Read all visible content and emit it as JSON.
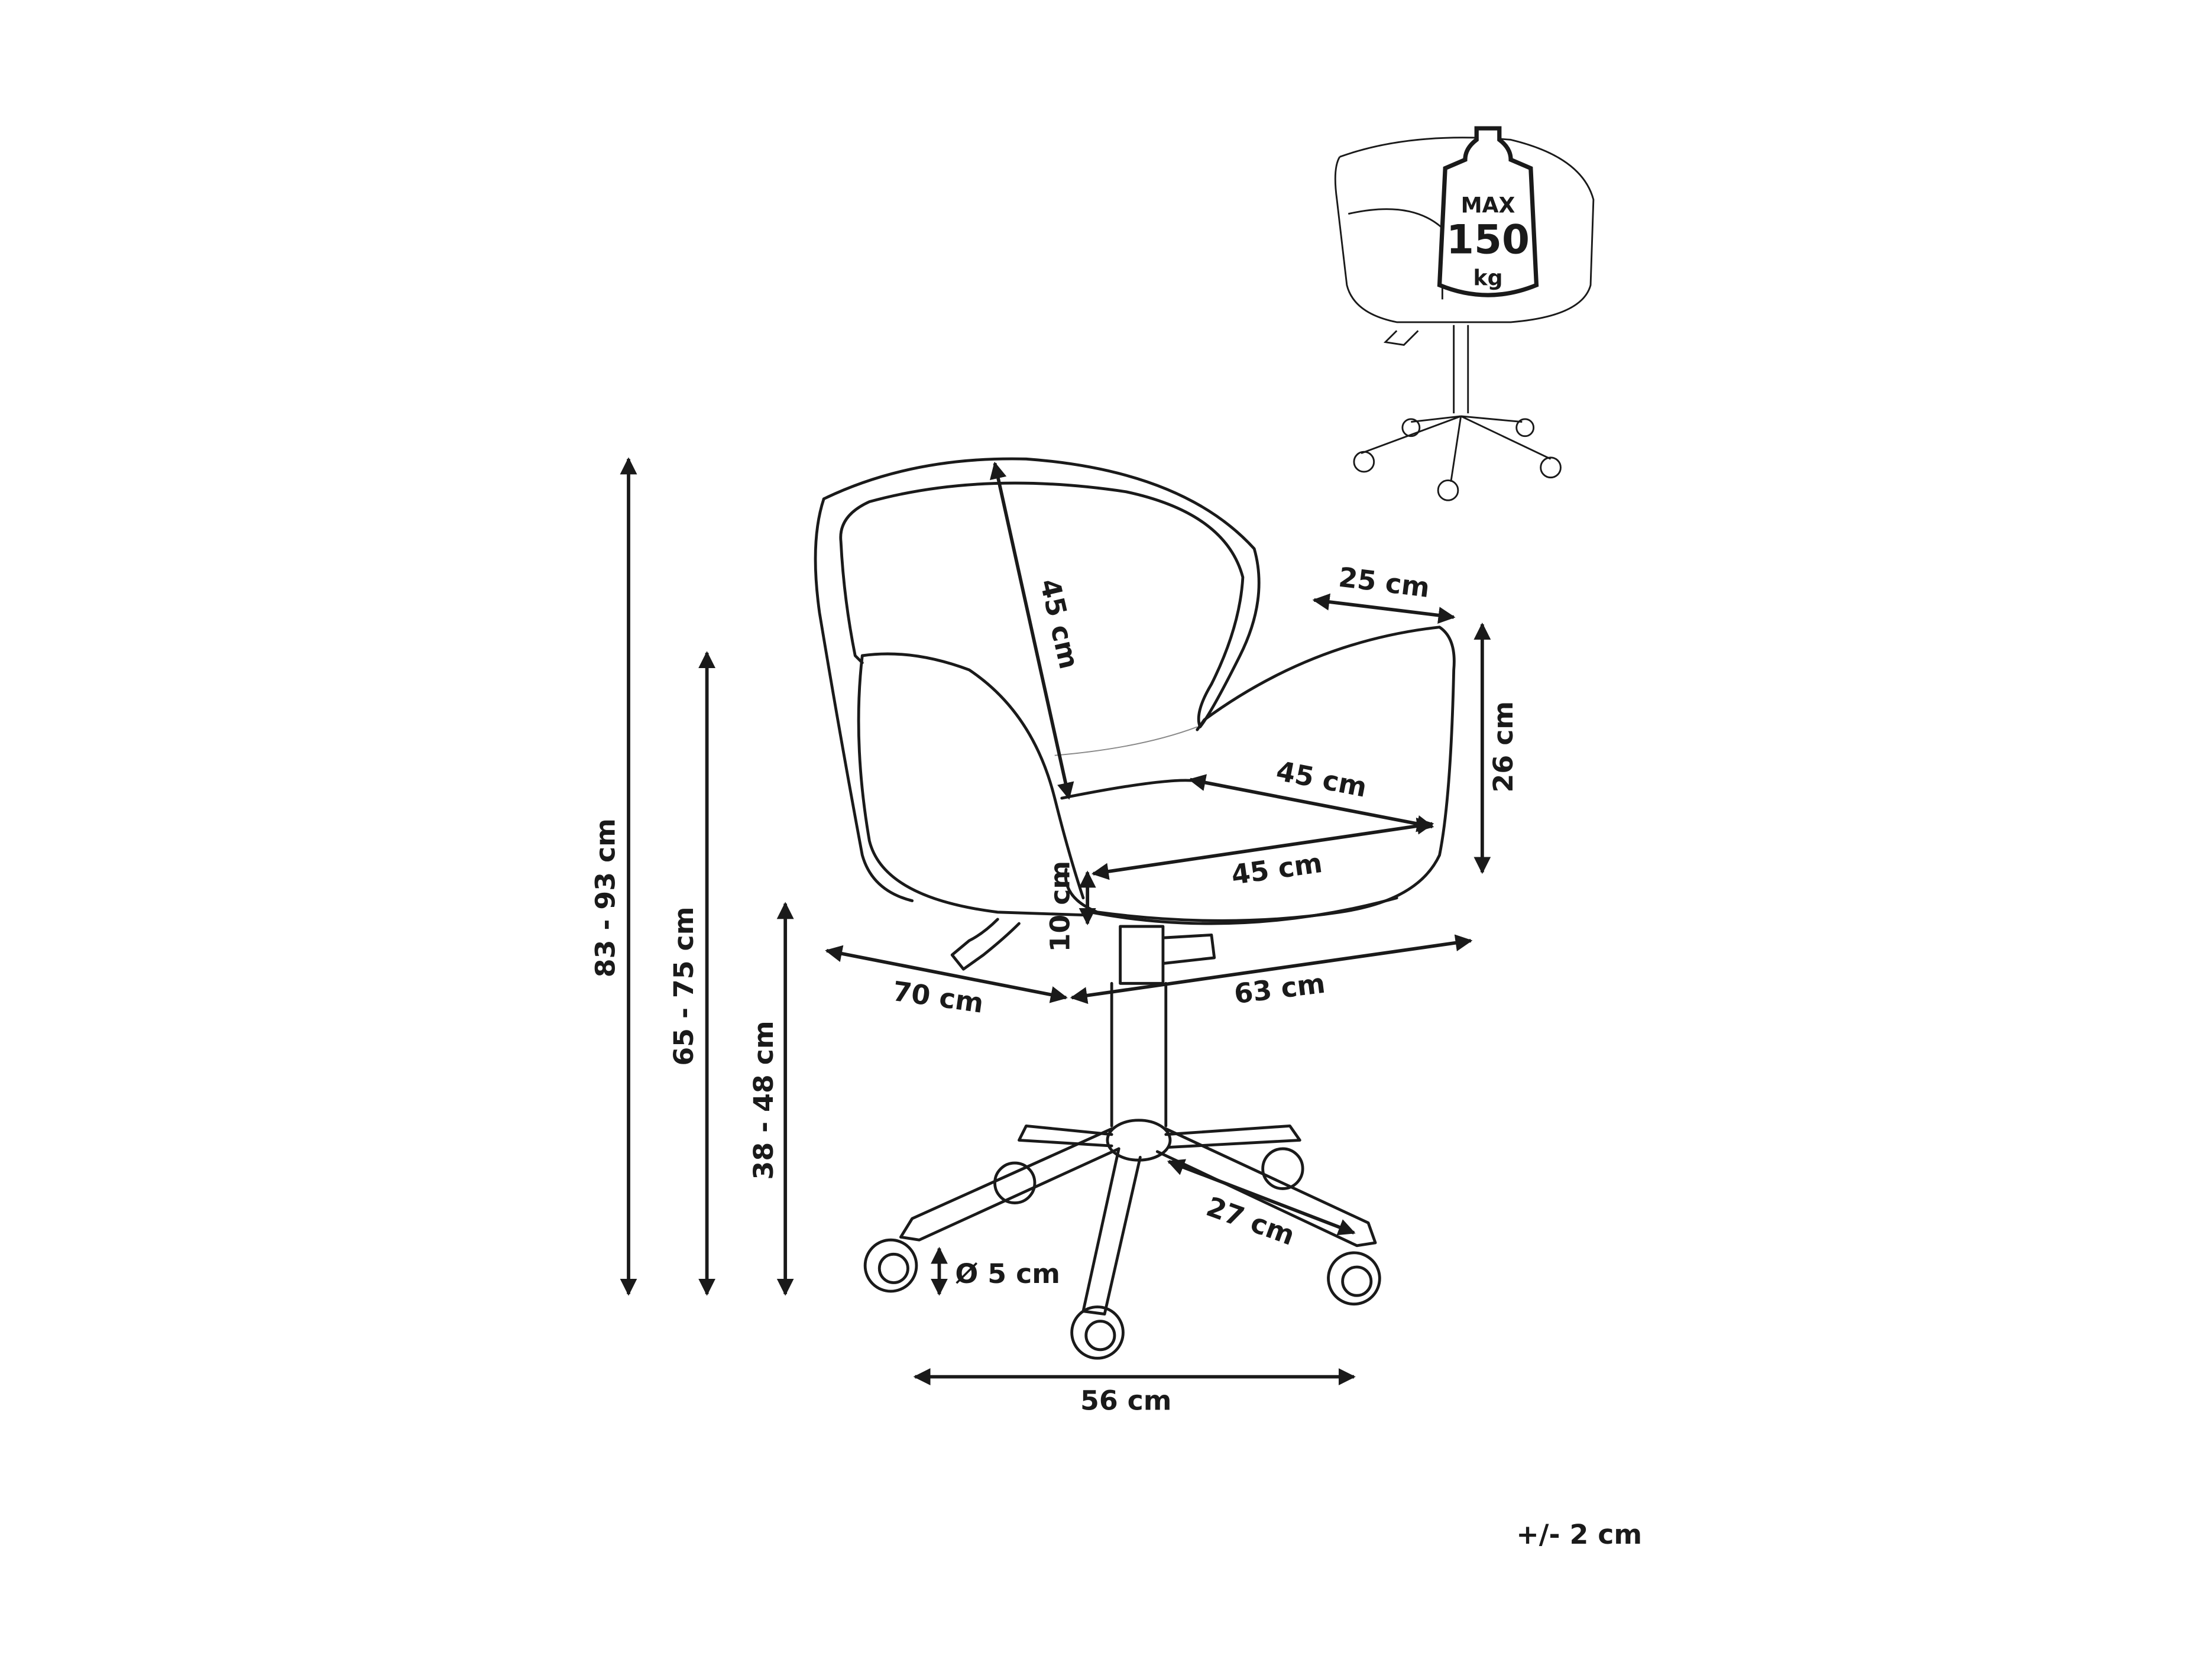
{
  "dimensions": {
    "overall_height": "83 - 93 cm",
    "armrest_height": "65 - 75 cm",
    "seat_height": "38 - 48 cm",
    "backrest_height": "45 cm",
    "armrest_length": "25 cm",
    "armrest_height_above_seat": "26 cm",
    "seat_depth": "45 cm",
    "seat_width": "45 cm",
    "seat_thickness": "10 cm",
    "depth": "70 cm",
    "width": "63 cm",
    "base_leg_length": "27 cm",
    "caster_diameter": "Ø 5 cm",
    "base_width": "56 cm"
  },
  "tolerance": "+/- 2 cm",
  "max_load": {
    "line1": "MAX",
    "line2": "150",
    "line3": "kg"
  }
}
